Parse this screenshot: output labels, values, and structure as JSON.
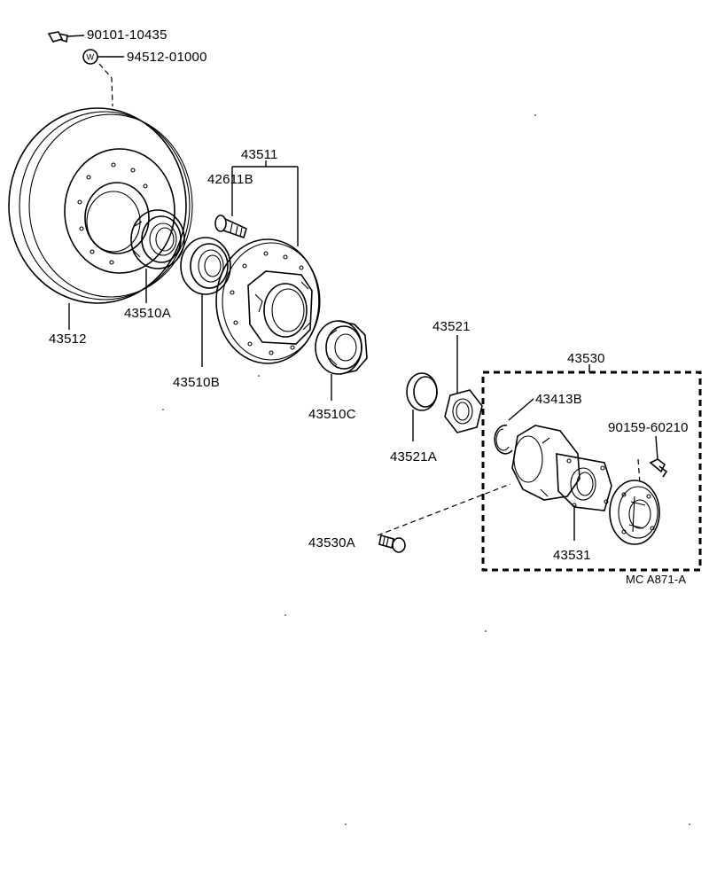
{
  "diagram": {
    "part_labels": {
      "bolt_top": "90101-10435",
      "washer_top": "94512-01000",
      "disc_rotor": "43512",
      "bearing_outer_a": "43510A",
      "hub_assembly": "43511",
      "hub_bolt": "42611B",
      "bearing_outer_b": "43510B",
      "bearing_inner_c": "43510C",
      "nut": "43521",
      "washer_lock": "43521A",
      "free_wheel_hub_assy": "43530",
      "snap_ring": "43413B",
      "bolt_small": "90159-60210",
      "bolt_with_washer": "43530A",
      "hub_body": "43531"
    },
    "washer_symbol": "W",
    "catalog_code": "MC A871-A"
  }
}
